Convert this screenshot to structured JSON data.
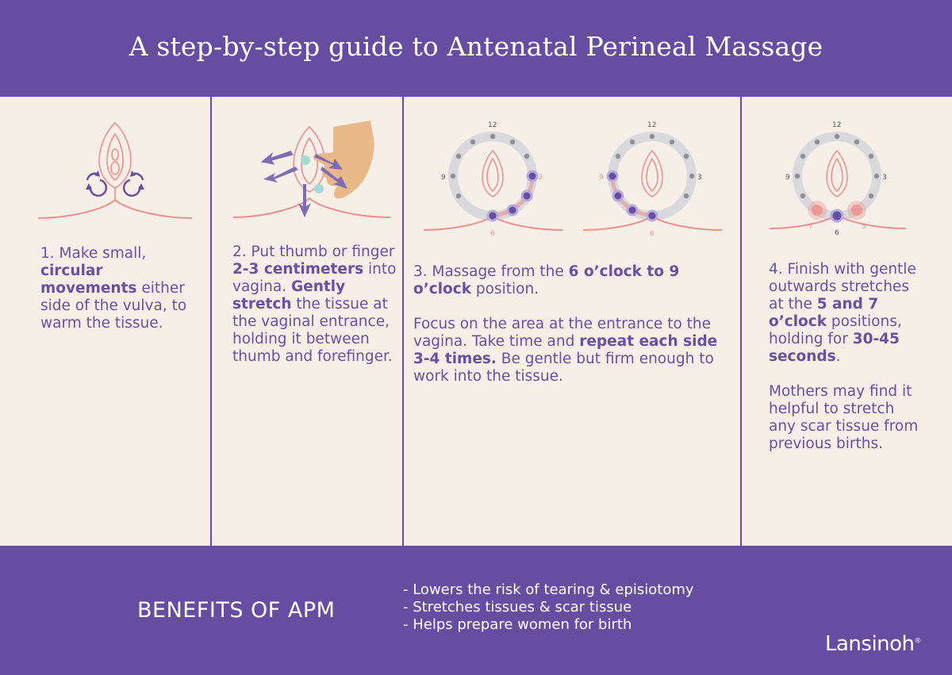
{
  "header": {
    "title": "A step-by-step guide to Antenatal Perineal Massage"
  },
  "steps": [
    {
      "segments": [
        {
          "t": "1. Make small, ",
          "b": false
        },
        {
          "t": "circular movements",
          "b": true
        },
        {
          "t": " either side of the vulva, to warm the tissue.",
          "b": false
        }
      ]
    },
    {
      "segments": [
        {
          "t": "2. Put thumb or finger ",
          "b": false
        },
        {
          "t": "2-3 centimeters",
          "b": true
        },
        {
          "t": " into vagina. ",
          "b": false
        },
        {
          "t": "Gently stretch",
          "b": true
        },
        {
          "t": " the tissue at the vaginal entrance, holding it between thumb and forefinger.",
          "b": false
        }
      ]
    },
    {
      "paragraphs": [
        [
          {
            "t": "3. Massage from the ",
            "b": false
          },
          {
            "t": "6 o’clock to 9 o’clock",
            "b": true
          },
          {
            "t": " position.",
            "b": false
          }
        ],
        [
          {
            "t": "Focus on the area at the entrance to the vagina. Take time and ",
            "b": false
          },
          {
            "t": "repeat each side 3-4 times.",
            "b": true
          },
          {
            "t": " Be gentle but firm enough to work into the tissue.",
            "b": false
          }
        ]
      ]
    },
    {
      "paragraphs": [
        [
          {
            "t": "4. Finish with gentle outwards stretches at the ",
            "b": false
          },
          {
            "t": "5 and 7 o’clock",
            "b": true
          },
          {
            "t": " positions, holding for ",
            "b": false
          },
          {
            "t": "30-45 seconds",
            "b": true
          },
          {
            "t": ".",
            "b": false
          }
        ],
        [
          {
            "t": "Mothers may find it helpful to stretch any scar tissue from previous births.",
            "b": false
          }
        ]
      ]
    }
  ],
  "clock_labels": {
    "twelve": "12",
    "three": "3",
    "six": "6",
    "nine": "9",
    "five": "5",
    "seven": "7"
  },
  "footer": {
    "benefits_title": "BENEFITS OF APM",
    "benefits": [
      "- Lowers the risk of tearing & episiotomy",
      "- Stretches tissues & scar tissue",
      "- Helps prepare women for birth"
    ],
    "brand": "Lansinoh",
    "brand_mark": "®"
  },
  "colors": {
    "purple": "#674da1",
    "text_purple": "#6a4fa3",
    "cream": "#f6efe7",
    "pink": "#ef8f8c",
    "grey_ring": "#d9d9dd",
    "grey_dot": "#8e8e96",
    "skin": "#e8b889",
    "arrow_purple": "#7d6bb7",
    "teal": "#a8d8d8"
  }
}
